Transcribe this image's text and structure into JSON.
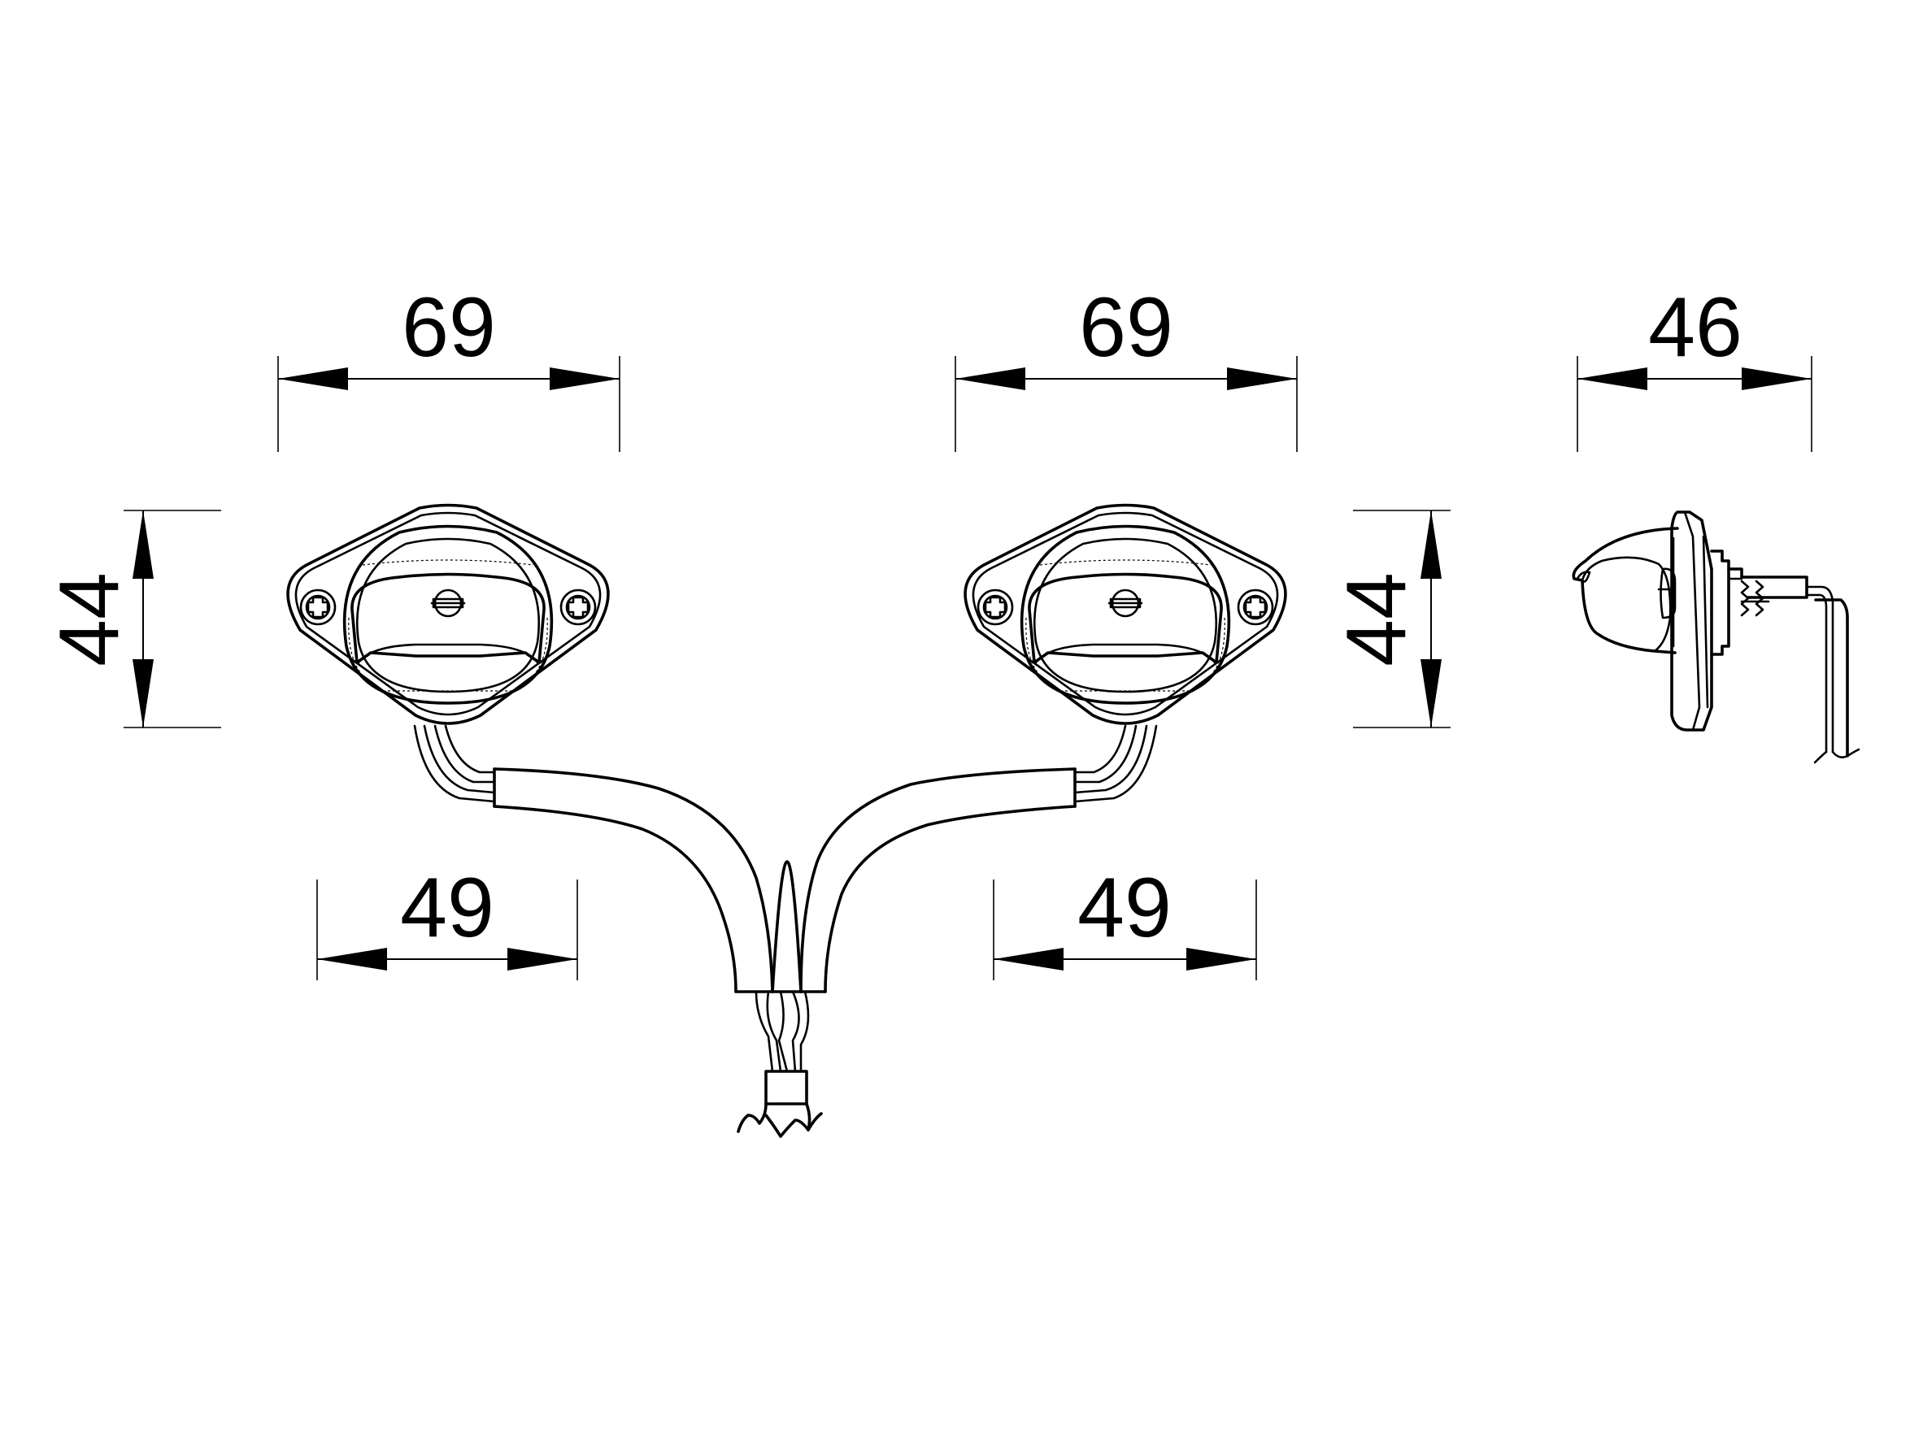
{
  "dimensions": {
    "left_view_width": "69",
    "middle_view_width": "69",
    "side_view_width": "46",
    "left_view_height": "44",
    "middle_view_height": "44",
    "left_hole_spacing": "49",
    "middle_hole_spacing": "49"
  },
  "colors": {
    "line": "#000000",
    "background": "#ffffff"
  }
}
